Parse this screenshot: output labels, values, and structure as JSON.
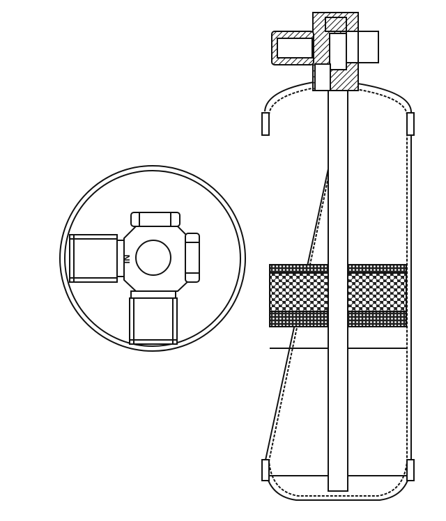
{
  "diagram": {
    "type": "technical line drawing",
    "subject": "receiver-drier",
    "views": [
      {
        "name": "top view",
        "label": "IN"
      },
      {
        "name": "cross-section side view",
        "parts": [
          "inlet fitting",
          "outlet fitting",
          "pickup tube",
          "desiccant bag",
          "screen",
          "shell"
        ]
      }
    ],
    "colors": {
      "ink": "#111111",
      "background": "#ffffff"
    }
  }
}
